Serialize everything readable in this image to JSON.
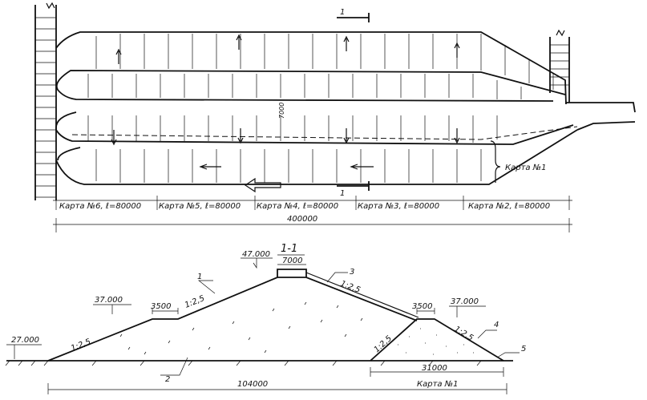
{
  "plan": {
    "maps": [
      {
        "label": "Карта №6, ℓ=80000"
      },
      {
        "label": "Карта №5, ℓ=80000"
      },
      {
        "label": "Карта №4, ℓ=80000"
      },
      {
        "label": "Карта №3, ℓ=80000"
      },
      {
        "label": "Карта №2, ℓ=80000"
      }
    ],
    "map1_label": "Карта №1",
    "total_length": "400000",
    "section_marker": "1",
    "width_dim": "7000"
  },
  "section": {
    "title": "1-1",
    "elev_top": "47.000",
    "crest_width": "7000",
    "elev_left_berm": "37.000",
    "left_berm_width": "3500",
    "elev_base": "27.000",
    "elev_right_berm": "37.000",
    "right_berm_width": "3500",
    "slope_upper_left": "1:2,5",
    "slope_lower_left": "1:2,5",
    "slope_upper_right": "1:2,5",
    "slope_dam_right": "1:2,5",
    "slope_dam_left": "1:2,5",
    "total_width": "104000",
    "map1_width": "31000",
    "map1_label": "Карта №1",
    "callouts": [
      "1",
      "2",
      "3",
      "4",
      "5"
    ]
  }
}
